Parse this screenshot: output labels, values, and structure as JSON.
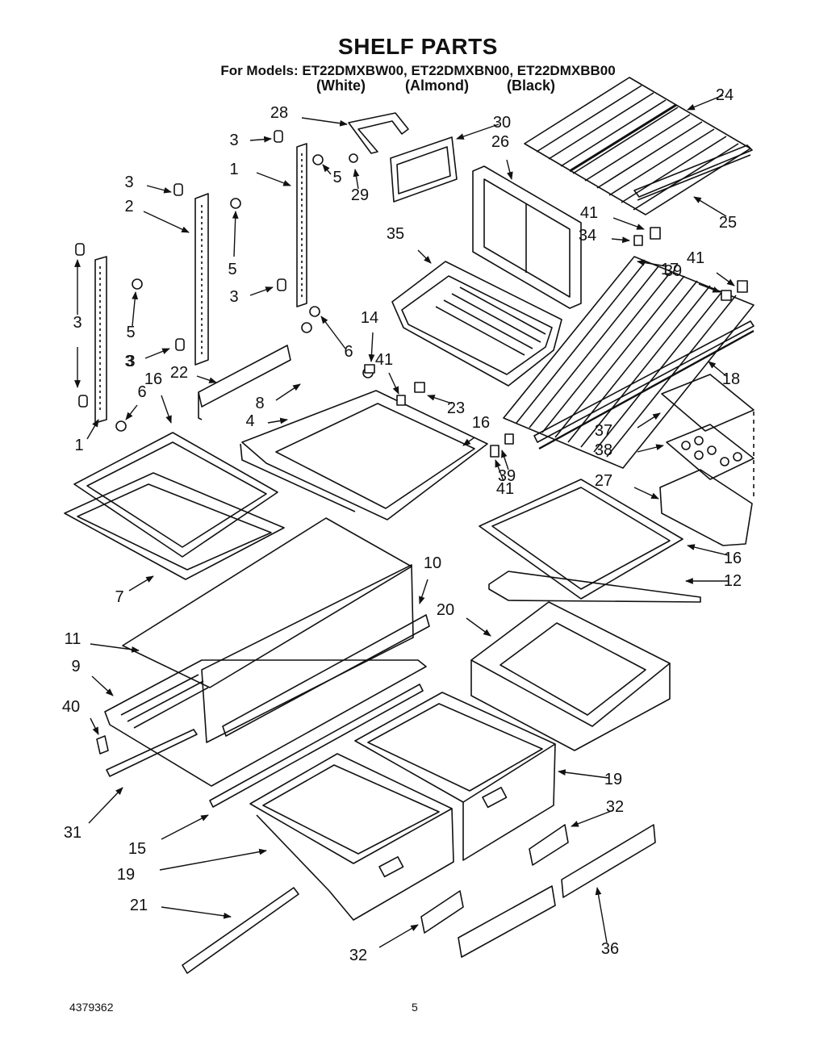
{
  "header": {
    "title": "SHELF PARTS",
    "models_line": "For Models: ET22DMXBW00, ET22DMXBN00, ET22DMXBB00",
    "colors": [
      "(White)",
      "(Almond)",
      "(Black)"
    ]
  },
  "footer": {
    "doc_number": "4379362",
    "page_number": "5"
  },
  "callouts": [
    "1",
    "2",
    "3",
    "4",
    "5",
    "6",
    "7",
    "8",
    "9",
    "10",
    "11",
    "12",
    "14",
    "15",
    "16",
    "17",
    "18",
    "19",
    "20",
    "21",
    "22",
    "23",
    "24",
    "25",
    "26",
    "27",
    "28",
    "29",
    "30",
    "31",
    "32",
    "34",
    "35",
    "36",
    "37",
    "38",
    "39",
    "40",
    "41"
  ],
  "callout_labels": [
    {
      "ref": "1"
    },
    {
      "ref": "1"
    },
    {
      "ref": "2"
    },
    {
      "ref": "3"
    },
    {
      "ref": "3"
    },
    {
      "ref": "3"
    },
    {
      "ref": "3"
    },
    {
      "ref": "3"
    },
    {
      "ref": "4"
    },
    {
      "ref": "5"
    },
    {
      "ref": "5"
    },
    {
      "ref": "5"
    },
    {
      "ref": "6"
    },
    {
      "ref": "6"
    },
    {
      "ref": "7"
    },
    {
      "ref": "8"
    },
    {
      "ref": "9"
    },
    {
      "ref": "10"
    },
    {
      "ref": "11"
    },
    {
      "ref": "12"
    },
    {
      "ref": "14"
    },
    {
      "ref": "15"
    },
    {
      "ref": "16"
    },
    {
      "ref": "16"
    },
    {
      "ref": "16"
    },
    {
      "ref": "17"
    },
    {
      "ref": "18"
    },
    {
      "ref": "19"
    },
    {
      "ref": "19"
    },
    {
      "ref": "20"
    },
    {
      "ref": "21"
    },
    {
      "ref": "22"
    },
    {
      "ref": "23"
    },
    {
      "ref": "24"
    },
    {
      "ref": "25"
    },
    {
      "ref": "26"
    },
    {
      "ref": "27"
    },
    {
      "ref": "28"
    },
    {
      "ref": "29"
    },
    {
      "ref": "30"
    },
    {
      "ref": "31"
    },
    {
      "ref": "32"
    },
    {
      "ref": "32"
    },
    {
      "ref": "34"
    },
    {
      "ref": "35"
    },
    {
      "ref": "36"
    },
    {
      "ref": "37"
    },
    {
      "ref": "38"
    },
    {
      "ref": "39"
    },
    {
      "ref": "39"
    },
    {
      "ref": "40"
    },
    {
      "ref": "41"
    },
    {
      "ref": "41"
    },
    {
      "ref": "41"
    },
    {
      "ref": "41"
    },
    {
      "ref": "3"
    }
  ]
}
